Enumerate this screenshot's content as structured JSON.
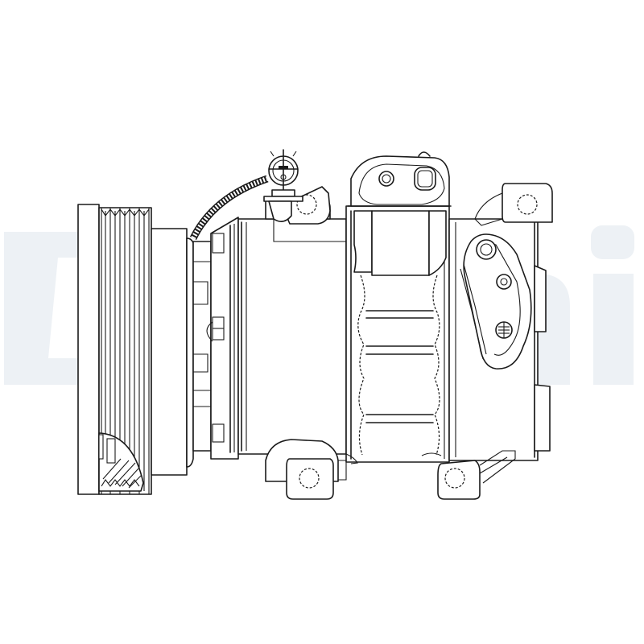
{
  "image": {
    "subject": "Air conditioning compressor technical line drawing",
    "background_color": "#ffffff",
    "line_color": "#1a1a1a"
  },
  "watermark": {
    "text": "Delphi",
    "color": "#edf1f5"
  },
  "parts": {
    "pulley": "Multi-groove drive pulley",
    "clutch": "Electromagnetic clutch hub",
    "connector": "Electrical connector with braided harness",
    "body": "Compressor body housing",
    "port_block_top": "Refrigerant port block",
    "port_block_side": "Side refrigerant port",
    "mount_top_left": "Mounting ear top left",
    "mount_top_right": "Mounting ear top right",
    "mount_bottom_left": "Mounting ear bottom left",
    "mount_bottom_right": "Mounting ear bottom right"
  }
}
